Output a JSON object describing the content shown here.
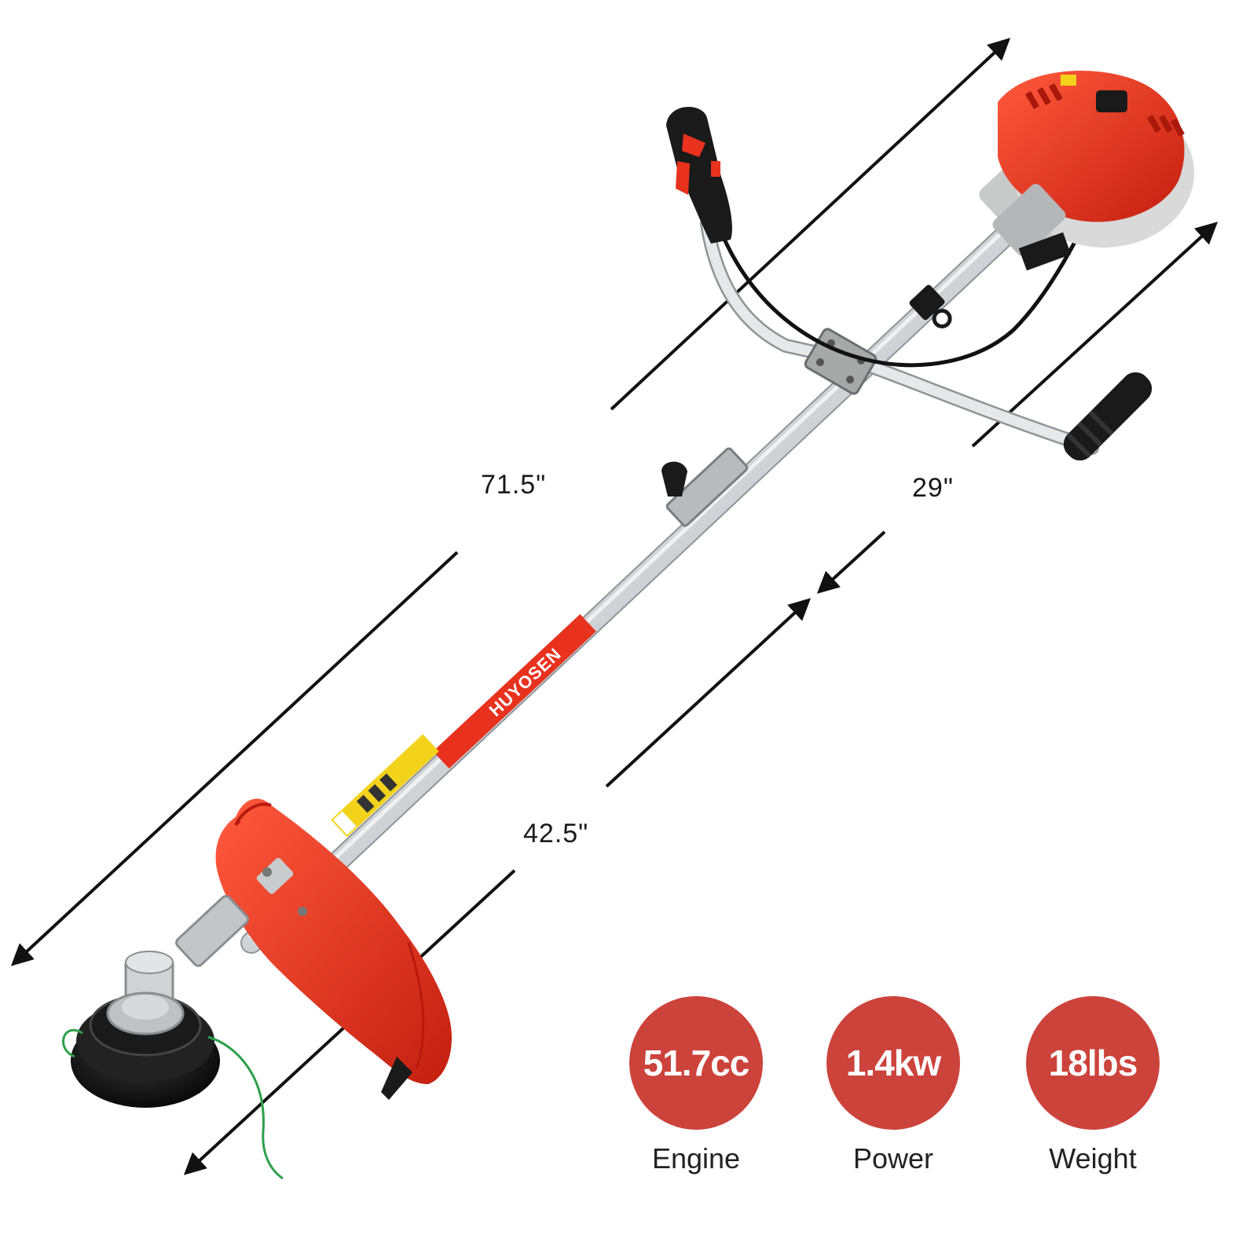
{
  "product": {
    "brand_on_shaft": "HUYOSEN"
  },
  "dimensions": [
    {
      "id": "overall-length",
      "label": "71.5\""
    },
    {
      "id": "handle-width",
      "label": "29\""
    },
    {
      "id": "shaft-length",
      "label": "42.5\""
    }
  ],
  "specs": [
    {
      "value": "51.7cc",
      "caption": "Engine"
    },
    {
      "value": "1.4kw",
      "caption": "Power"
    },
    {
      "value": "18lbs",
      "caption": "Weight"
    }
  ],
  "colors": {
    "badge": "#cc433c",
    "engine_red": "#e8321e",
    "guard_red": "#f0462c",
    "shaft_silver": "#d9dcdf",
    "arrow": "#111111"
  }
}
